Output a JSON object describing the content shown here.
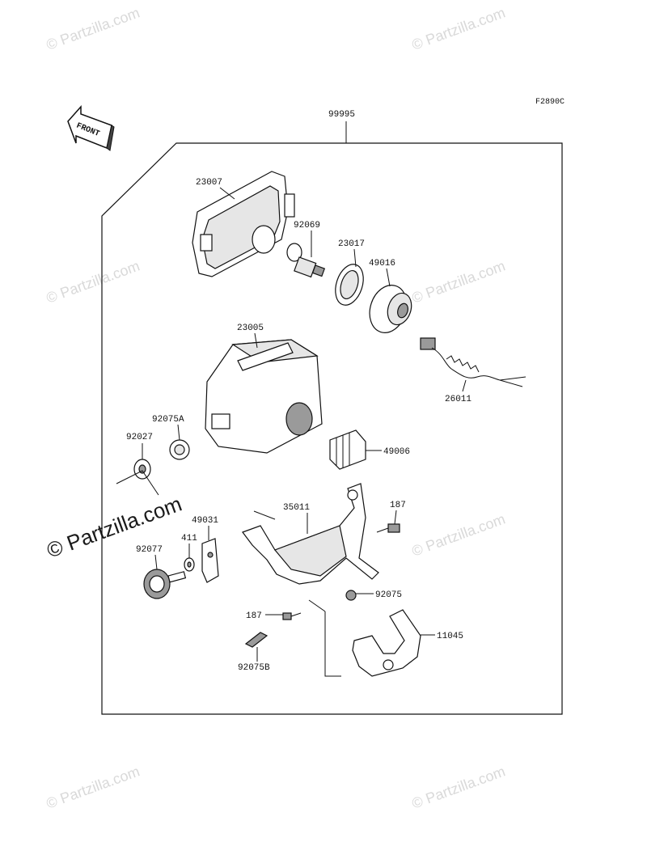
{
  "diagram": {
    "figure_code": "F2890C",
    "front_label": "FRONT",
    "assembly_number": "99995",
    "parts": [
      {
        "id": "23007"
      },
      {
        "id": "92069"
      },
      {
        "id": "23017"
      },
      {
        "id": "49016"
      },
      {
        "id": "23005"
      },
      {
        "id": "26011"
      },
      {
        "id": "92075A"
      },
      {
        "id": "92027"
      },
      {
        "id": "49006"
      },
      {
        "id": "35011"
      },
      {
        "id": "187"
      },
      {
        "id": "49031"
      },
      {
        "id": "411"
      },
      {
        "id": "92077"
      },
      {
        "id": "92075"
      },
      {
        "id": "187"
      },
      {
        "id": "11045"
      },
      {
        "id": "92075B"
      }
    ]
  },
  "watermarks": {
    "small_text": "© Partzilla.com",
    "large_text": "© Partzilla.com"
  }
}
